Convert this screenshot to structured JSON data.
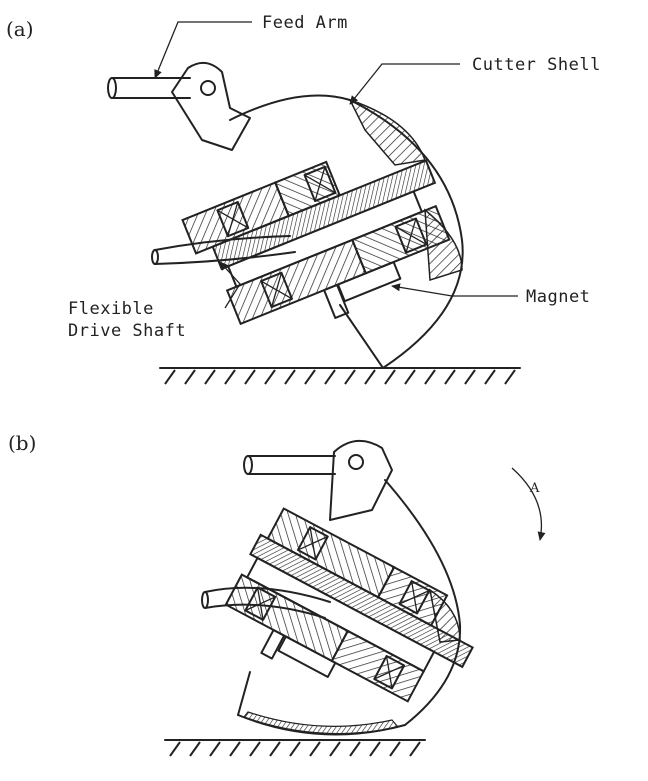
{
  "panel_a": {
    "panel_label": "(a)",
    "labels": {
      "feed_arm": "Feed Arm",
      "cutter_shell": "Cutter Shell",
      "flexible_line1": "Flexible",
      "flexible_line2": "Drive Shaft",
      "magnet": "Magnet"
    }
  },
  "panel_b": {
    "panel_label": "(b)",
    "rotation_arrow_label": "A"
  },
  "colors": {
    "ink": "#222222",
    "paper": "#ffffff"
  }
}
